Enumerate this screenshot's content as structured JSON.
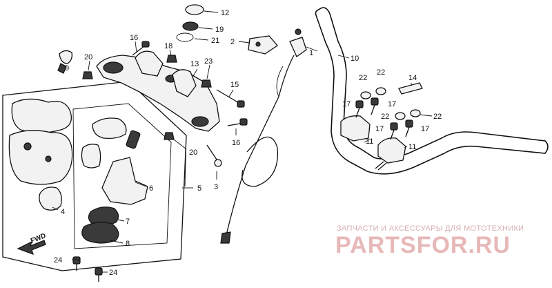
{
  "watermark": {
    "tagline": "ЗАПЧАСТИ И АКСЕССУАРЫ ДЛЯ МОТОТЕХНИКИ",
    "logo": "PARTSFOR.RU"
  },
  "fwd_label": "FWD",
  "callouts": [
    {
      "id": "c1",
      "label": "1"
    },
    {
      "id": "c2",
      "label": "2"
    },
    {
      "id": "c3",
      "label": "3"
    },
    {
      "id": "c4",
      "label": "4"
    },
    {
      "id": "c5",
      "label": "5"
    },
    {
      "id": "c6",
      "label": "6"
    },
    {
      "id": "c7",
      "label": "7"
    },
    {
      "id": "c8",
      "label": "8"
    },
    {
      "id": "c9",
      "label": "9"
    },
    {
      "id": "c10",
      "label": "10"
    },
    {
      "id": "c11a",
      "label": "11"
    },
    {
      "id": "c11b",
      "label": "11"
    },
    {
      "id": "c12",
      "label": "12"
    },
    {
      "id": "c13",
      "label": "13"
    },
    {
      "id": "c14",
      "label": "14"
    },
    {
      "id": "c15",
      "label": "15"
    },
    {
      "id": "c16a",
      "label": "16"
    },
    {
      "id": "c16b",
      "label": "16"
    },
    {
      "id": "c17a",
      "label": "17"
    },
    {
      "id": "c17b",
      "label": "17"
    },
    {
      "id": "c17c",
      "label": "17"
    },
    {
      "id": "c17d",
      "label": "17"
    },
    {
      "id": "c18",
      "label": "18"
    },
    {
      "id": "c19",
      "label": "19"
    },
    {
      "id": "c20a",
      "label": "20"
    },
    {
      "id": "c20b",
      "label": "20"
    },
    {
      "id": "c21",
      "label": "21"
    },
    {
      "id": "c22a",
      "label": "22"
    },
    {
      "id": "c22b",
      "label": "22"
    },
    {
      "id": "c22c",
      "label": "22"
    },
    {
      "id": "c22d",
      "label": "22"
    },
    {
      "id": "c23",
      "label": "23"
    },
    {
      "id": "c24a",
      "label": "24"
    },
    {
      "id": "c24b",
      "label": "24"
    }
  ]
}
